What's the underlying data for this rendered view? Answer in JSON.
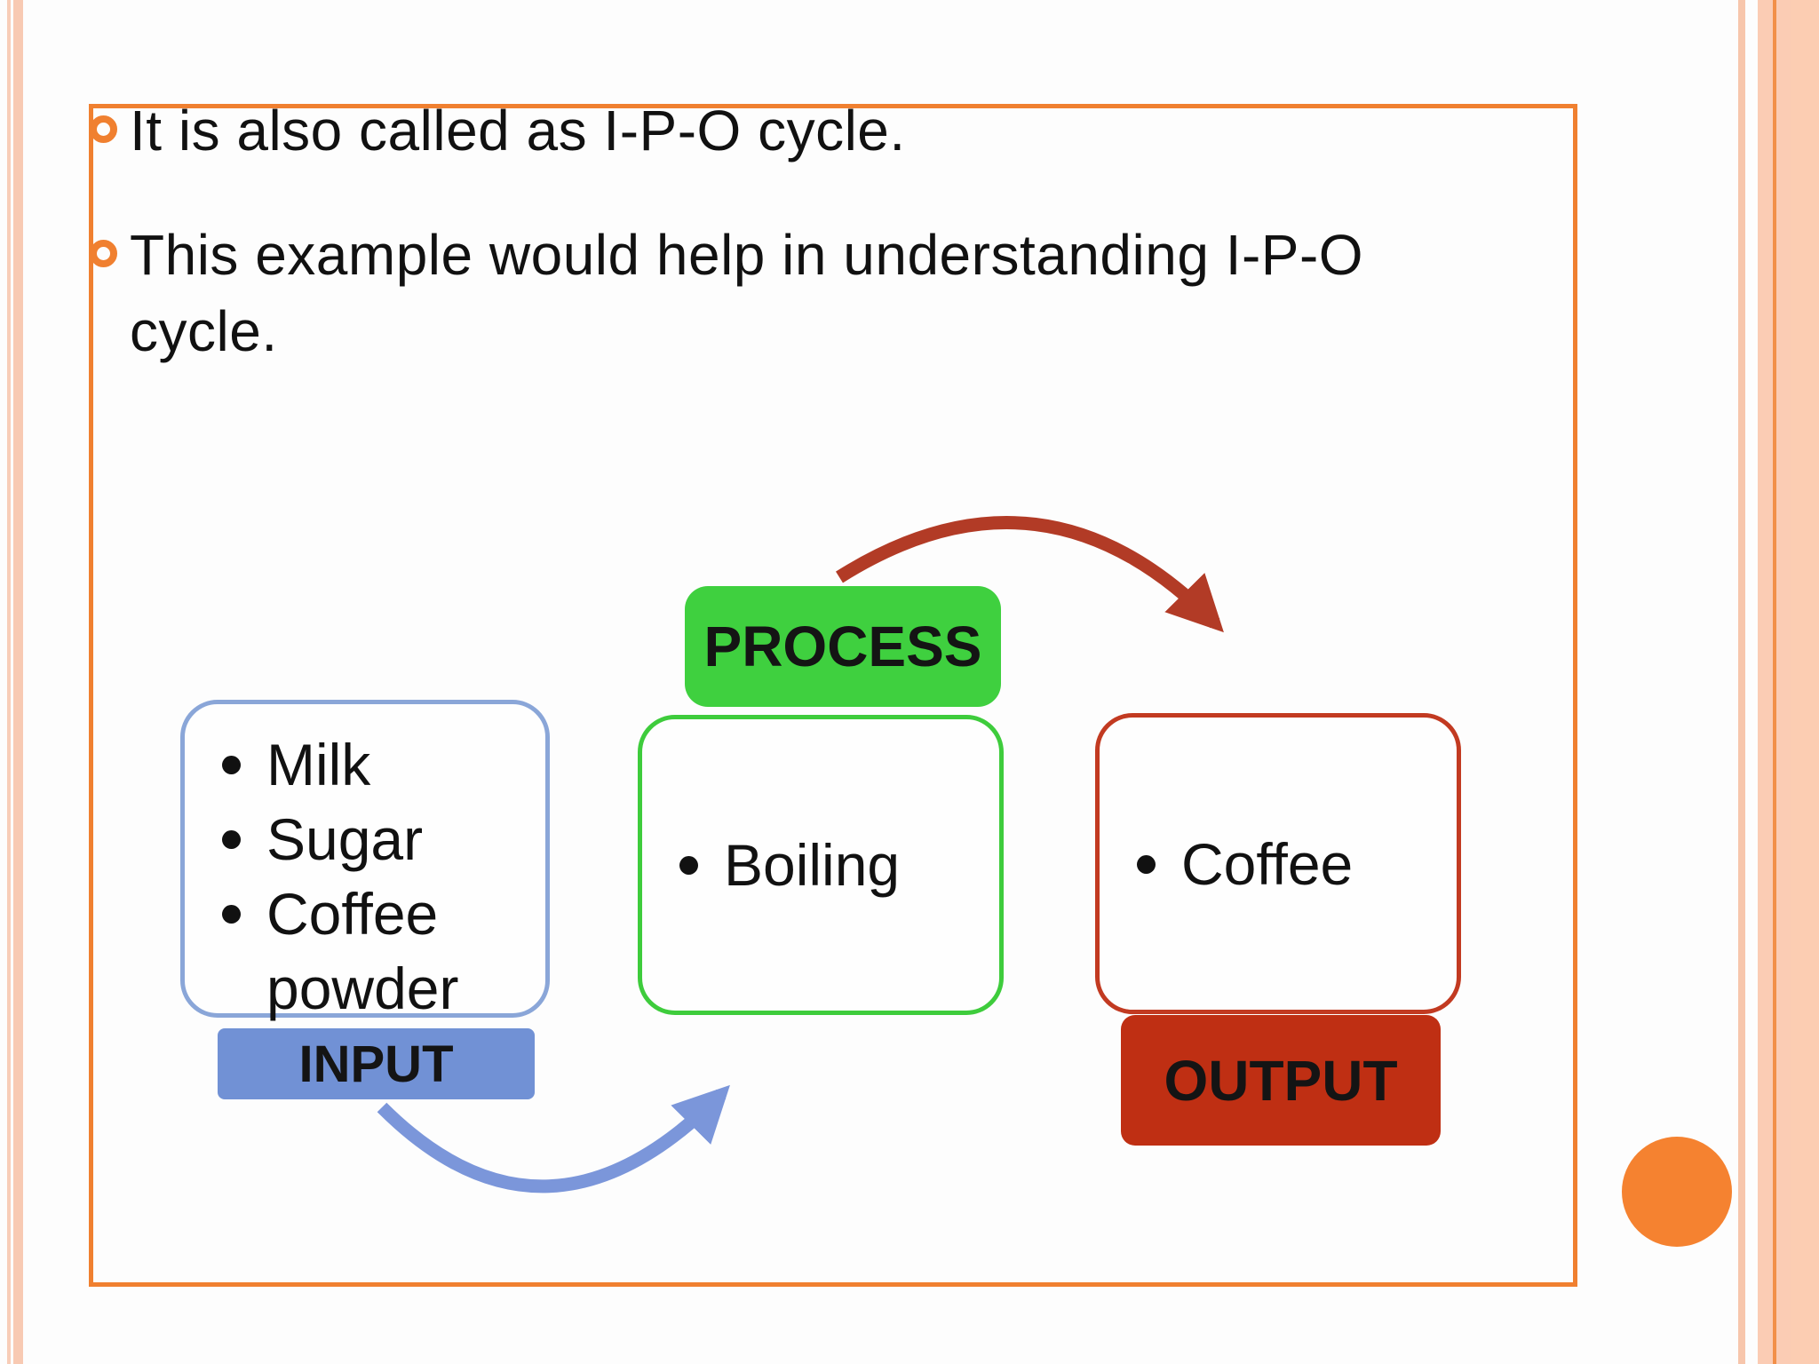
{
  "slide": {
    "bullet_points": [
      "It is also called as I-P-O cycle.",
      "This example would help in understanding I-P-O cycle."
    ]
  },
  "diagram": {
    "input": {
      "label": "INPUT",
      "items": [
        "Milk",
        "Sugar",
        "Coffee powder"
      ]
    },
    "process": {
      "label": "PROCESS",
      "items": [
        "Boiling"
      ]
    },
    "output": {
      "label": "OUTPUT",
      "items": [
        "Coffee"
      ]
    }
  },
  "icons": {
    "slide_bullet": "ring-bullet-icon",
    "input_to_process": "curved-arrow-icon",
    "process_to_output": "curved-arrow-icon",
    "decoration": "orange-dot-icon"
  },
  "colors": {
    "frame_orange": "#f08030",
    "stripe_peach": "#f8cab3",
    "stripe_dark_orange": "#f29049",
    "input_blue_fill": "#7191d5",
    "input_blue_border": "#8aa6d8",
    "arrow_blue": "#7b96da",
    "process_green_fill": "#3fd03f",
    "process_green_border": "#3ecc3c",
    "output_red_fill": "#bf2f13",
    "output_red_border": "#c23a21",
    "arrow_red": "#b23b26",
    "text": "#111111",
    "decorative_circle": "#f58230"
  }
}
